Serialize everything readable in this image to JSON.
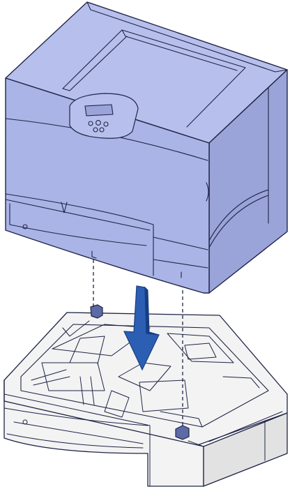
{
  "figure": {
    "colors": {
      "printer_fill": "#aab4e6",
      "printer_fill_light": "#b7c0ec",
      "printer_shadow": "#9aa4d9",
      "outline": "#1f2447",
      "tray_fill": "#f3f3f3",
      "tray_fill_dark": "#e2e2e2",
      "arrow_fill": "#2c5fb3",
      "arrow_edge": "#173e80",
      "pin_fill": "#5c6aa6"
    },
    "icons": [
      "printer-body",
      "control-panel",
      "down-arrow",
      "optional-tray-drawer",
      "alignment-guide-pin"
    ]
  }
}
